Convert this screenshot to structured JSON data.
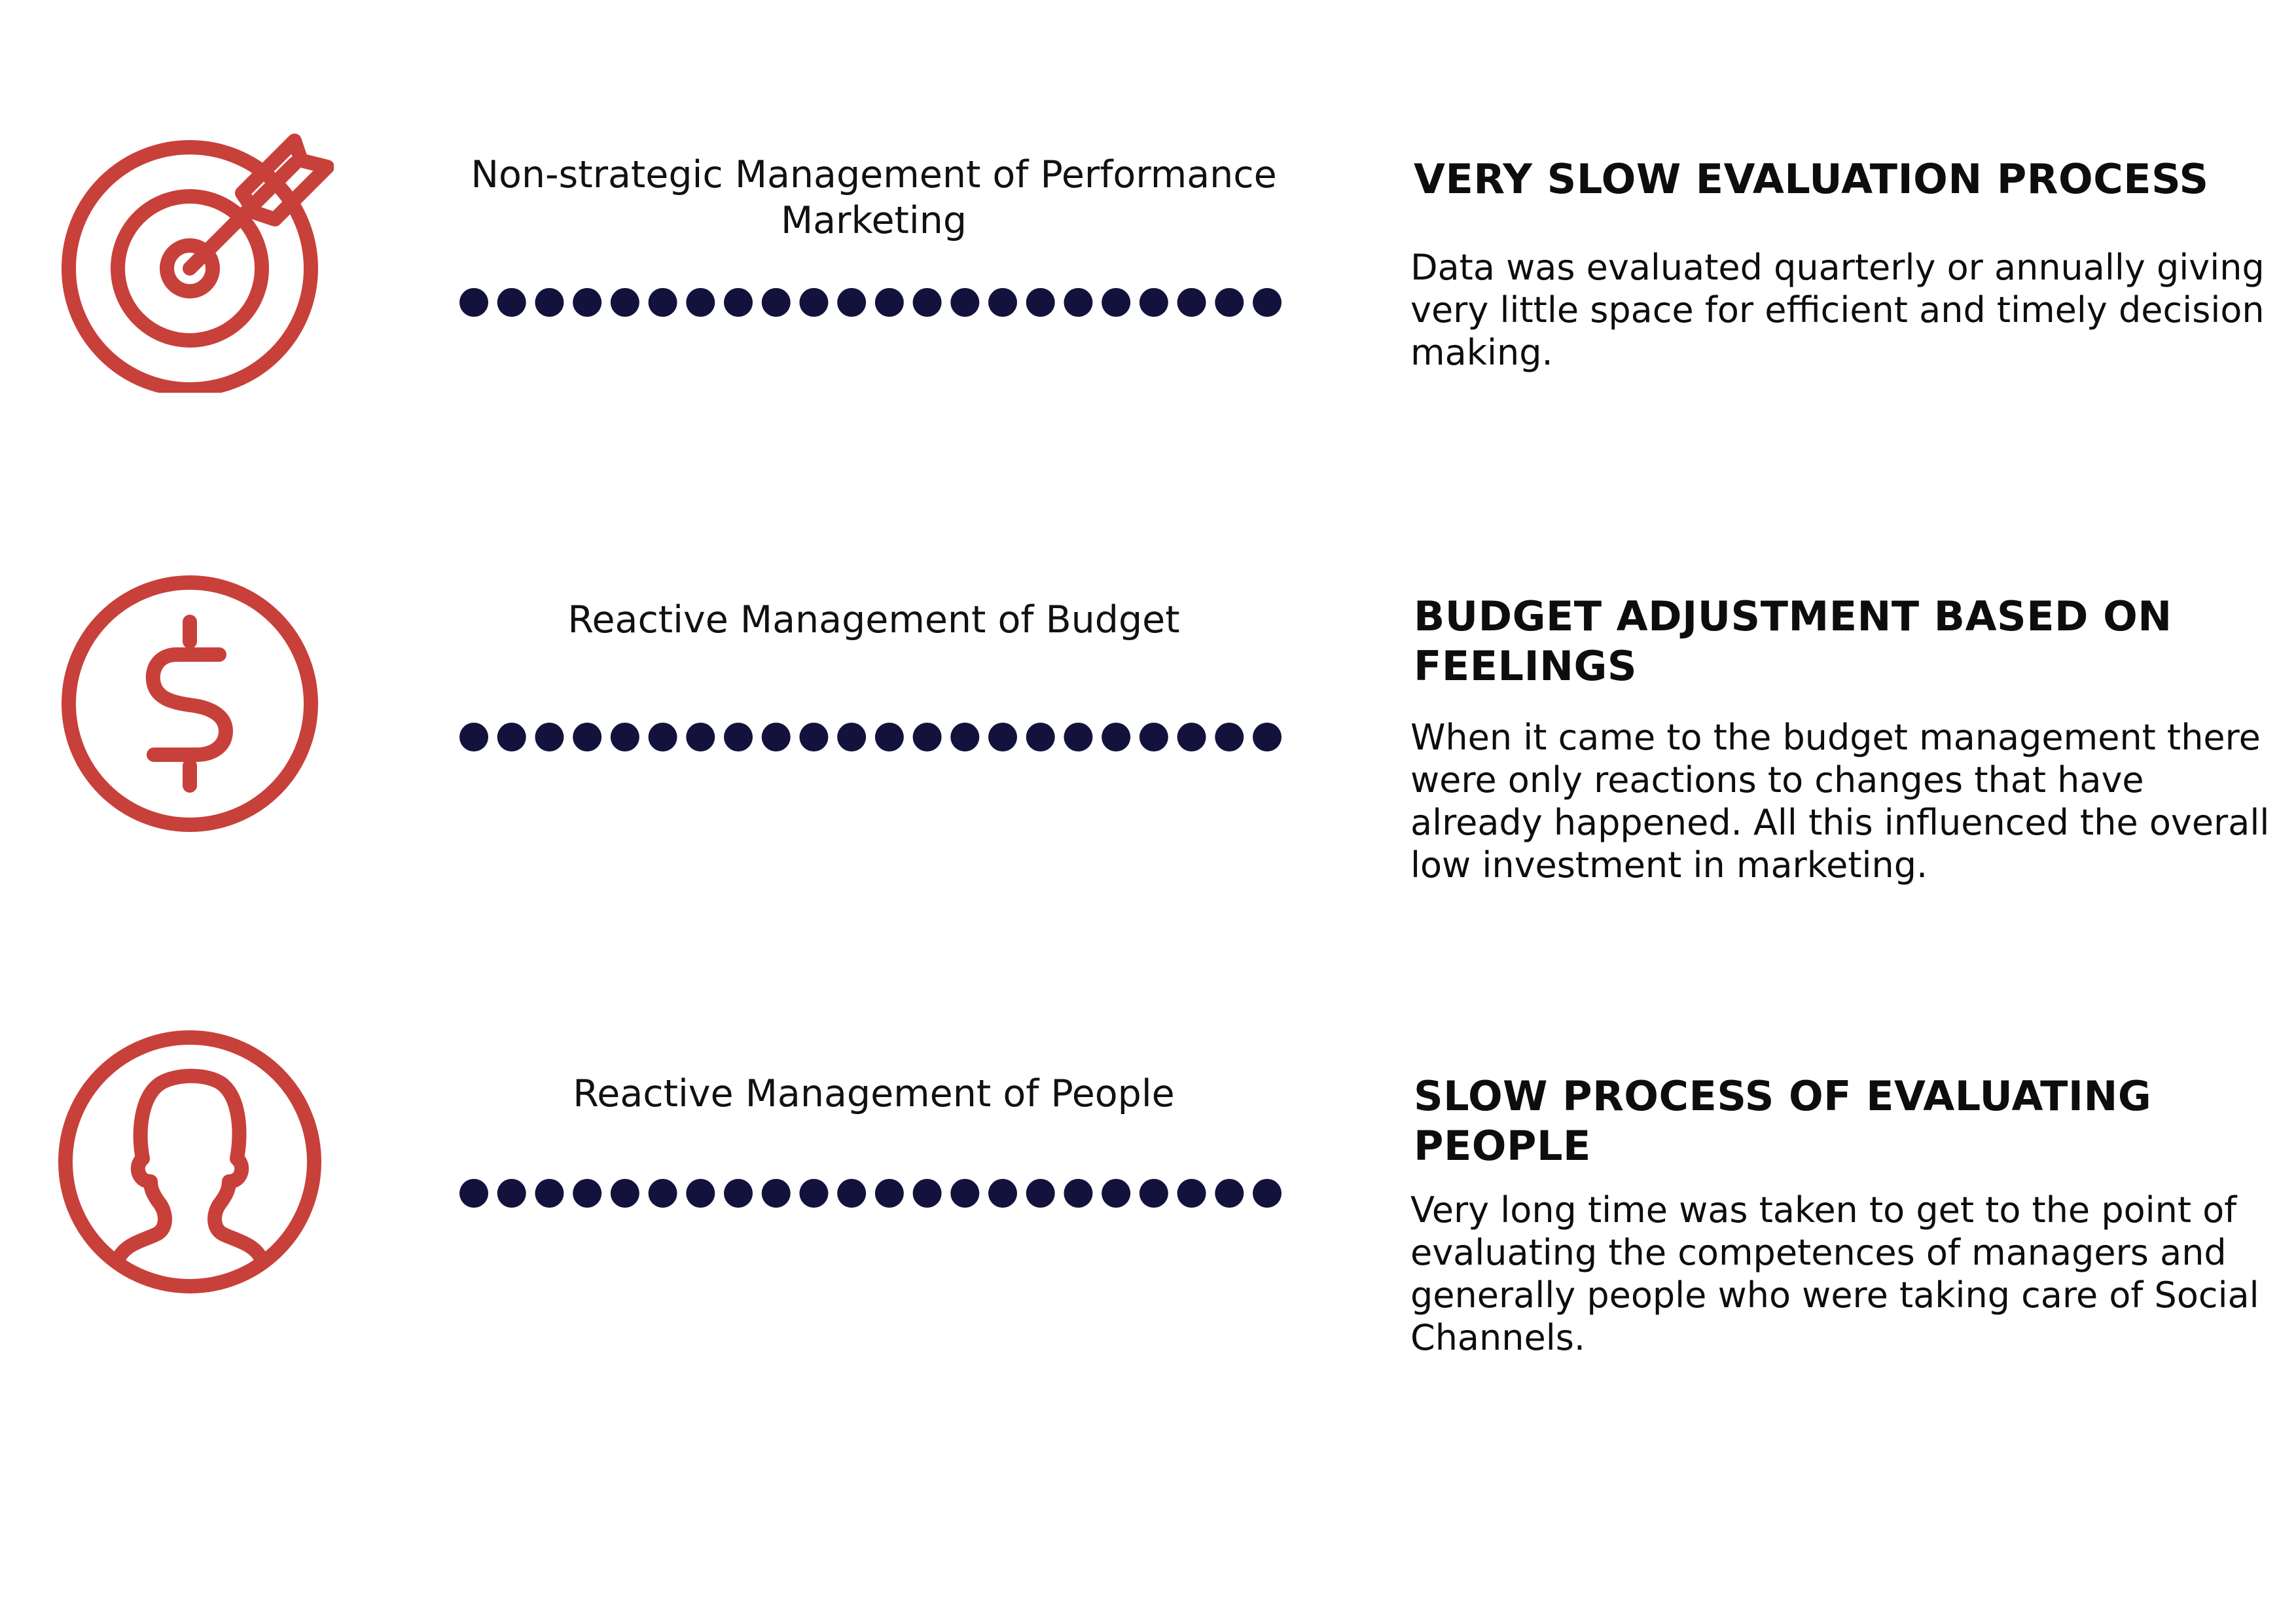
{
  "colors": {
    "icon_red": "#c8403a",
    "dot_navy": "#13123d",
    "text": "#0d0d0d"
  },
  "rows": [
    {
      "icon": "target-arrow-icon",
      "label": "Non-strategic Management of Performance Marketing",
      "heading": "VERY SLOW EVALUATION PROCESS",
      "text": "Data was evaluated quarterly or annually giving very little space for efficient and timely decision making."
    },
    {
      "icon": "dollar-circle-icon",
      "label": "Reactive Management of Budget",
      "heading": "BUDGET ADJUSTMENT BASED ON FEELINGS",
      "text": "When it came to the budget management there were only reactions to changes that have already happened. All this influenced the overall low investment in marketing."
    },
    {
      "icon": "person-circle-icon",
      "label": "Reactive Management of  People",
      "heading": "SLOW PROCESS OF EVALUATING PEOPLE",
      "text": "Very long time was taken to get to the point of evaluating the competences of managers and generally people who were taking care of Social Channels."
    }
  ]
}
